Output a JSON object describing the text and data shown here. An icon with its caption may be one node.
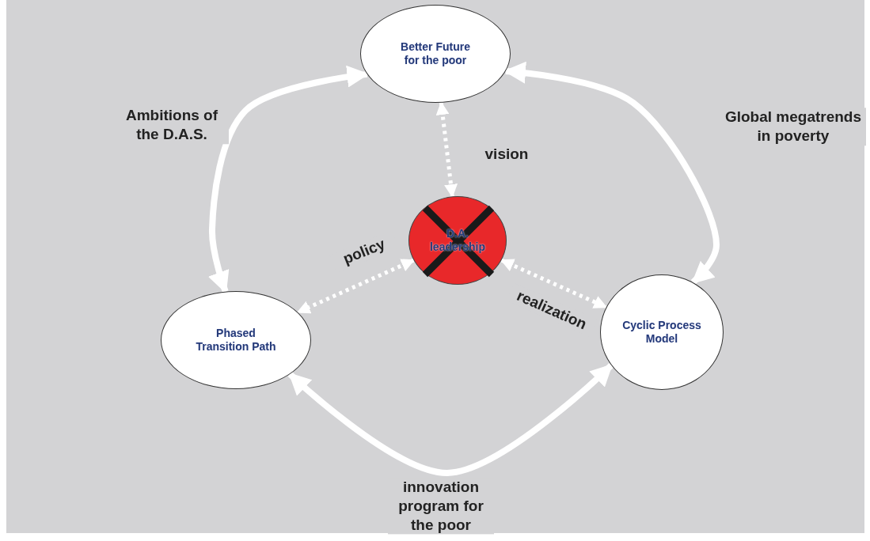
{
  "diagram": {
    "nodes": [
      {
        "text": [
          "Better Future for the poor"
        ]
      },
      {
        "text": [
          "D.A. leadership"
        ]
      },
      {
        "text": [
          "Phased Transition Path"
        ]
      },
      {
        "text": [
          "Cyclic Process Model"
        ]
      }
    ],
    "edges": [
      {
        "from": 0,
        "to": 2,
        "arrow": "both",
        "label": "Ambitions of the D.A.S."
      },
      {
        "from": 0,
        "to": 3,
        "arrow": "both",
        "label": "Global megatrends in poverty"
      },
      {
        "from": 2,
        "to": 3,
        "arrow": "both",
        "label": "innovation program for the poor"
      },
      {
        "from": 0,
        "to": 1,
        "arrow": "both",
        "label": "vision",
        "style": "dashed"
      },
      {
        "from": 1,
        "to": 2,
        "arrow": "both",
        "label": "policy",
        "style": "dashed"
      },
      {
        "from": 1,
        "to": 3,
        "arrow": "both",
        "label": "realization",
        "style": "dashed"
      }
    ]
  }
}
